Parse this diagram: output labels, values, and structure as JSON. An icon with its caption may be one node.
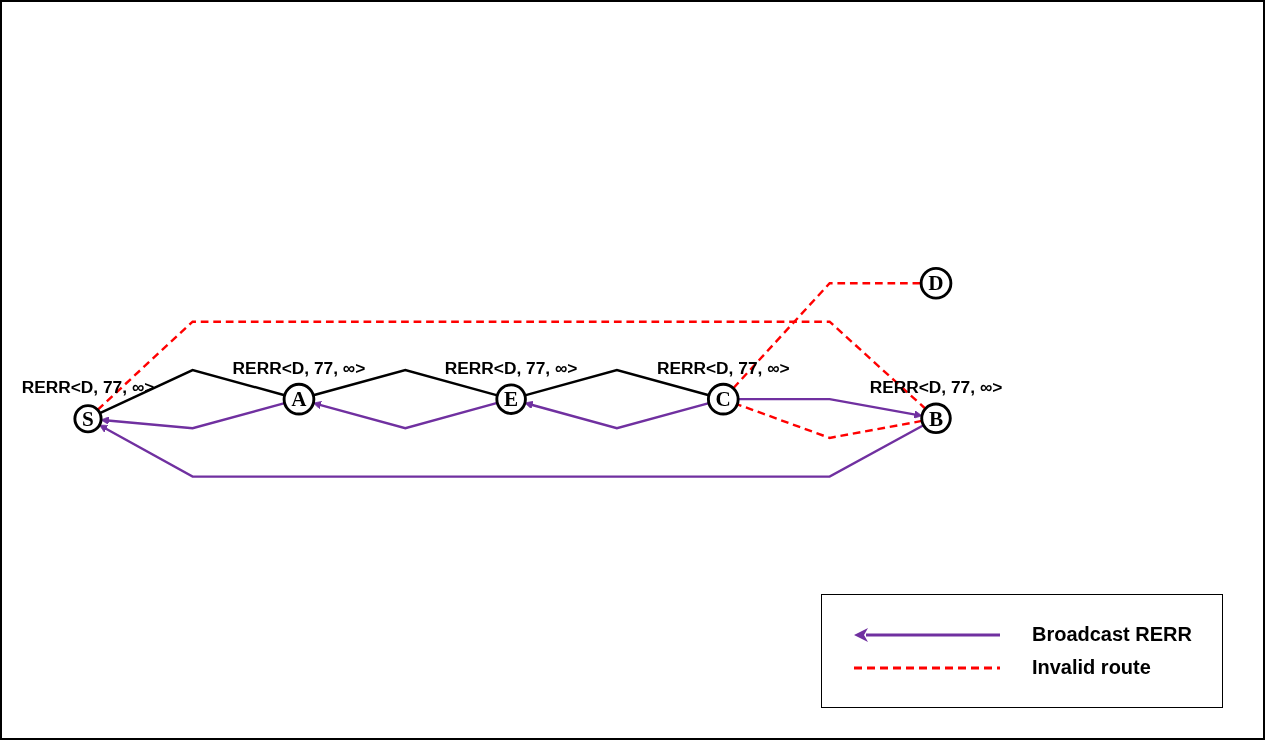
{
  "diagram": {
    "nodes": [
      {
        "text": [
          "S"
        ],
        "beside": [
          "RERR<D, 77, ∞>"
        ]
      },
      {
        "text": [
          "A"
        ],
        "beside": [
          "RERR<D, 77, ∞>"
        ]
      },
      {
        "text": [
          "E"
        ],
        "beside": [
          "RERR<D, 77, ∞>"
        ]
      },
      {
        "text": [
          "C"
        ],
        "beside": [
          "RERR<D, 77, ∞>"
        ]
      },
      {
        "text": [
          "D"
        ]
      },
      {
        "text": [
          "B"
        ],
        "beside": [
          "RERR<D, 77, ∞>"
        ]
      }
    ],
    "edges": [
      {
        "from": 0,
        "to": 1,
        "arrow": "none",
        "color": "#000000"
      },
      {
        "from": 1,
        "to": 2,
        "arrow": "none",
        "color": "#000000"
      },
      {
        "from": 2,
        "to": 3,
        "arrow": "none",
        "color": "#000000"
      },
      {
        "from": 2,
        "to": 1,
        "arrow": "to",
        "color": "#7030a0"
      },
      {
        "from": 1,
        "to": 0,
        "arrow": "to",
        "color": "#7030a0"
      },
      {
        "from": 3,
        "to": 2,
        "arrow": "to",
        "color": "#7030a0"
      },
      {
        "from": 0,
        "to": 5,
        "arrow": "none",
        "style": "dashed",
        "color": "#ff0000"
      },
      {
        "from": 5,
        "to": 3,
        "arrow": "none",
        "style": "dashed",
        "color": "#ff0000"
      },
      {
        "from": 3,
        "to": 4,
        "arrow": "none",
        "style": "dashed",
        "color": "#ff0000"
      },
      {
        "from": 5,
        "to": 0,
        "arrow": "to",
        "color": "#7030a0"
      },
      {
        "from": 3,
        "to": 5,
        "arrow": "to",
        "color": "#7030a0"
      }
    ],
    "legend": [
      {
        "text": "Broadcast RERR"
      },
      {
        "text": "Invalid route"
      }
    ]
  }
}
